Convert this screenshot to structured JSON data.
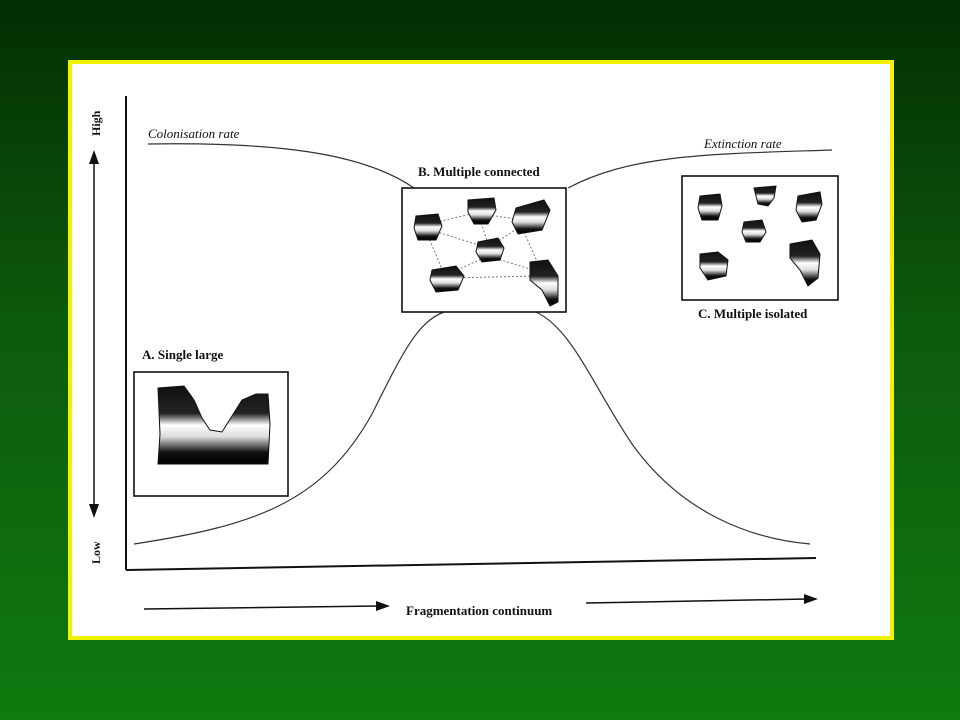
{
  "axis": {
    "y_high": "High",
    "y_low": "Low",
    "x_label": "Fragmentation continuum"
  },
  "curves": {
    "colonisation": "Colonisation rate",
    "extinction": "Extinction rate"
  },
  "panels": {
    "a": "A. Single large",
    "b": "B. Multiple connected",
    "c": "C. Multiple isolated"
  }
}
